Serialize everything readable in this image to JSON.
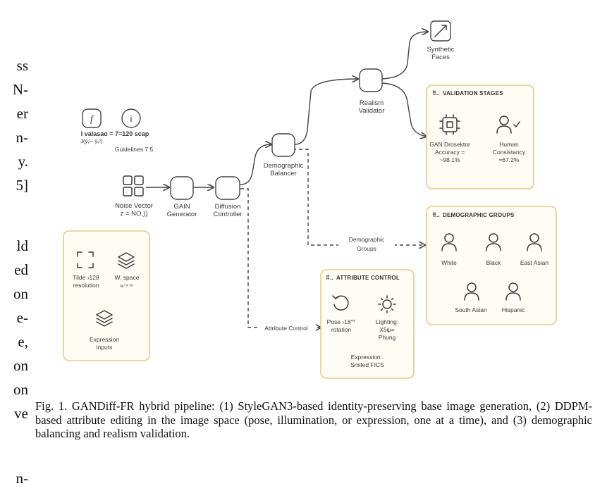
{
  "left_margin_fragments": {
    "lines": [
      "ss",
      "N-",
      "er",
      "n-",
      "y.",
      "5]",
      "ld",
      "ed",
      "on",
      "e-",
      "e,",
      "on",
      "on",
      "ve",
      "n-"
    ]
  },
  "header": {
    "formula_text": "I valasao = 7=120 scap",
    "formula_sub": "J(ŷᵥⁱ− ŷᵥᶻ)",
    "guidelines": "Guidelines 7:5"
  },
  "nodes": {
    "noise_vector": "Noise Vector\nz = NO,))",
    "gain_generator": "GAIN\nGenerator",
    "diffusion_controller": "Diffusion\nController",
    "demographic_balancer": "Demographic\nBalancer",
    "realism_validator": "Realism\nValidator",
    "synthetic_faces": "Synthetic\nFaces"
  },
  "edge_labels": {
    "demographic_groups": "Demographic\nGroups",
    "attribute_control": "Attribute Control"
  },
  "panels": {
    "input_panel": {
      "tilde_resolution": "Tilde ›128\nresolution",
      "w_space": "W. space\nw⁺ᵐ ᴿᶻ",
      "expression_inputs": "Expression\ninputs"
    },
    "validation_stages": {
      "title": "VALIDATION STAGES",
      "gan_detector": "GAN Drosektor\nAccuracy =\n~98.1%",
      "human_consistency": "Human\nConsistancy\n≈67.2%"
    },
    "demographic_groups": {
      "title": "DEMOGRAPHIC GROUPS",
      "groups": [
        "White",
        "Black",
        "East Asian",
        "South Asian",
        "Hispanic"
      ]
    },
    "attribute_control": {
      "title": "ATTRIBUTE CONTROL",
      "pose": "Pose ›18°°\nrotation",
      "lighting": "Lighting:\nX5ψ=\nPhung",
      "expression": "Expression:.\nSmiled FICS"
    }
  },
  "caption": "Fig. 1. GANDiff-FR hybrid pipeline: (1) StyleGAN3-based identity-preserving base image generation, (2) DDPM-based attribute editing in the image space (pose, illumination, or expression, one at a time), and (3) demographic balancing and realism validation.",
  "colors": {
    "panel_border": "#e9c98a",
    "panel_fill": "#fffcf4",
    "line": "#444444"
  }
}
